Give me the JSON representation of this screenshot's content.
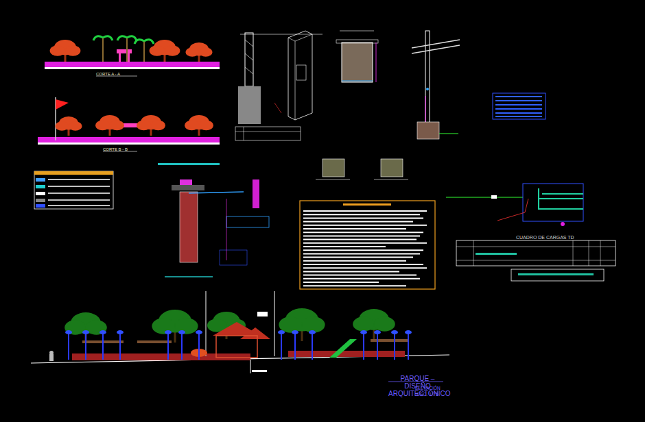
{
  "diagram": {
    "title": "PARQUE – DISEÑO ARQUITECTÓNICO",
    "labels": [
      "CORTE A - A",
      "CORTE B - B",
      "CUADRO DE CARGAS TD",
      "ELEVACIÓN",
      "ESC. 1/75"
    ]
  }
}
